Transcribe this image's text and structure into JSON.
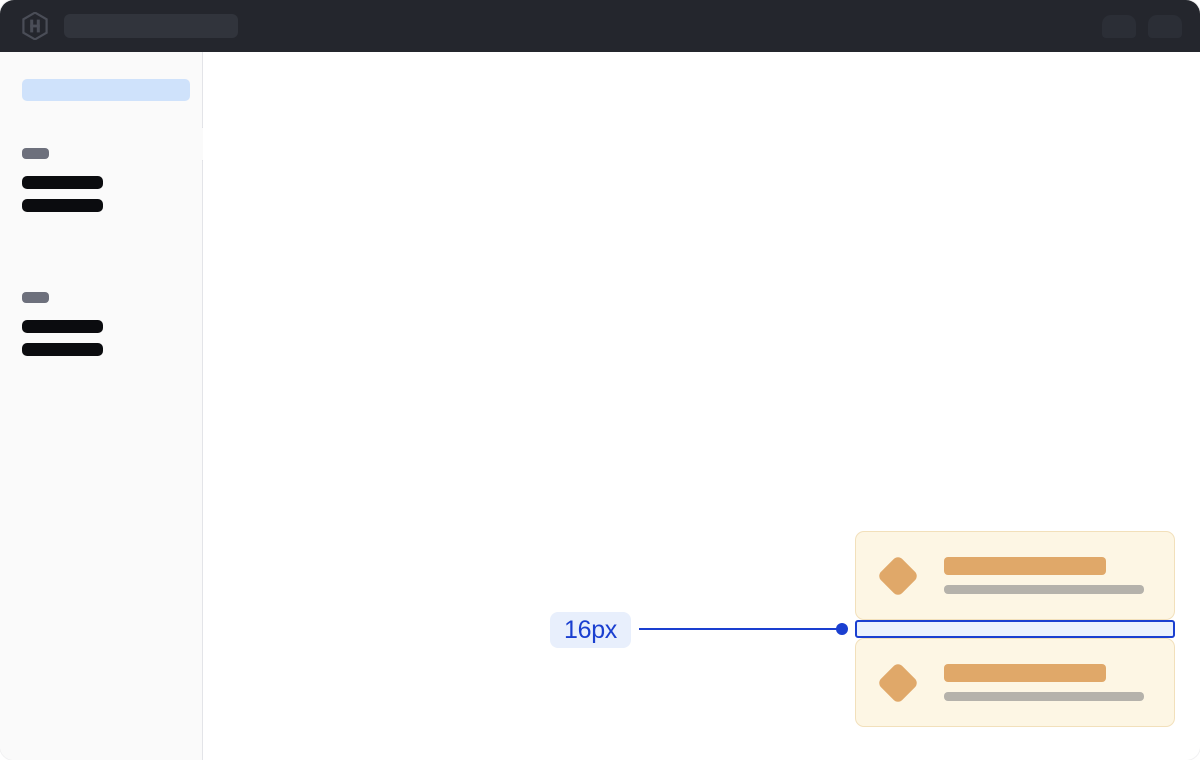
{
  "window": {
    "background_color": "#ffffff"
  },
  "topbar": {
    "background_color": "#24262d",
    "logo_name": "hashicorp-logo",
    "search_placeholder": "",
    "search_value": "",
    "actions": [
      {
        "name": "topbar-action-1"
      },
      {
        "name": "topbar-action-2"
      }
    ]
  },
  "sidebar": {
    "background_color": "#fafafa",
    "active_item": {
      "label": "",
      "highlight_color": "#cfe2fb"
    },
    "collapse_handle_label": "",
    "groups": [
      {
        "label": "",
        "items": [
          {
            "label": ""
          },
          {
            "label": ""
          }
        ]
      },
      {
        "label": "",
        "items": [
          {
            "label": ""
          },
          {
            "label": ""
          }
        ]
      }
    ]
  },
  "main": {
    "background_color": "#ffffff",
    "cards": [
      {
        "icon": "diamond-icon",
        "title": "",
        "subtitle": "",
        "background_color": "#fdf6e4",
        "border_color": "#f2e0bb",
        "accent_color": "#e0a869"
      },
      {
        "icon": "diamond-icon",
        "title": "",
        "subtitle": "",
        "background_color": "#fdf6e4",
        "border_color": "#f2e0bb",
        "accent_color": "#e0a869"
      }
    ]
  },
  "measurement": {
    "value": "16px",
    "accent_color": "#1a3fd0",
    "pill_background": "#e8effc",
    "box_fill": "#eaf1fd",
    "type": "vertical-gap"
  }
}
